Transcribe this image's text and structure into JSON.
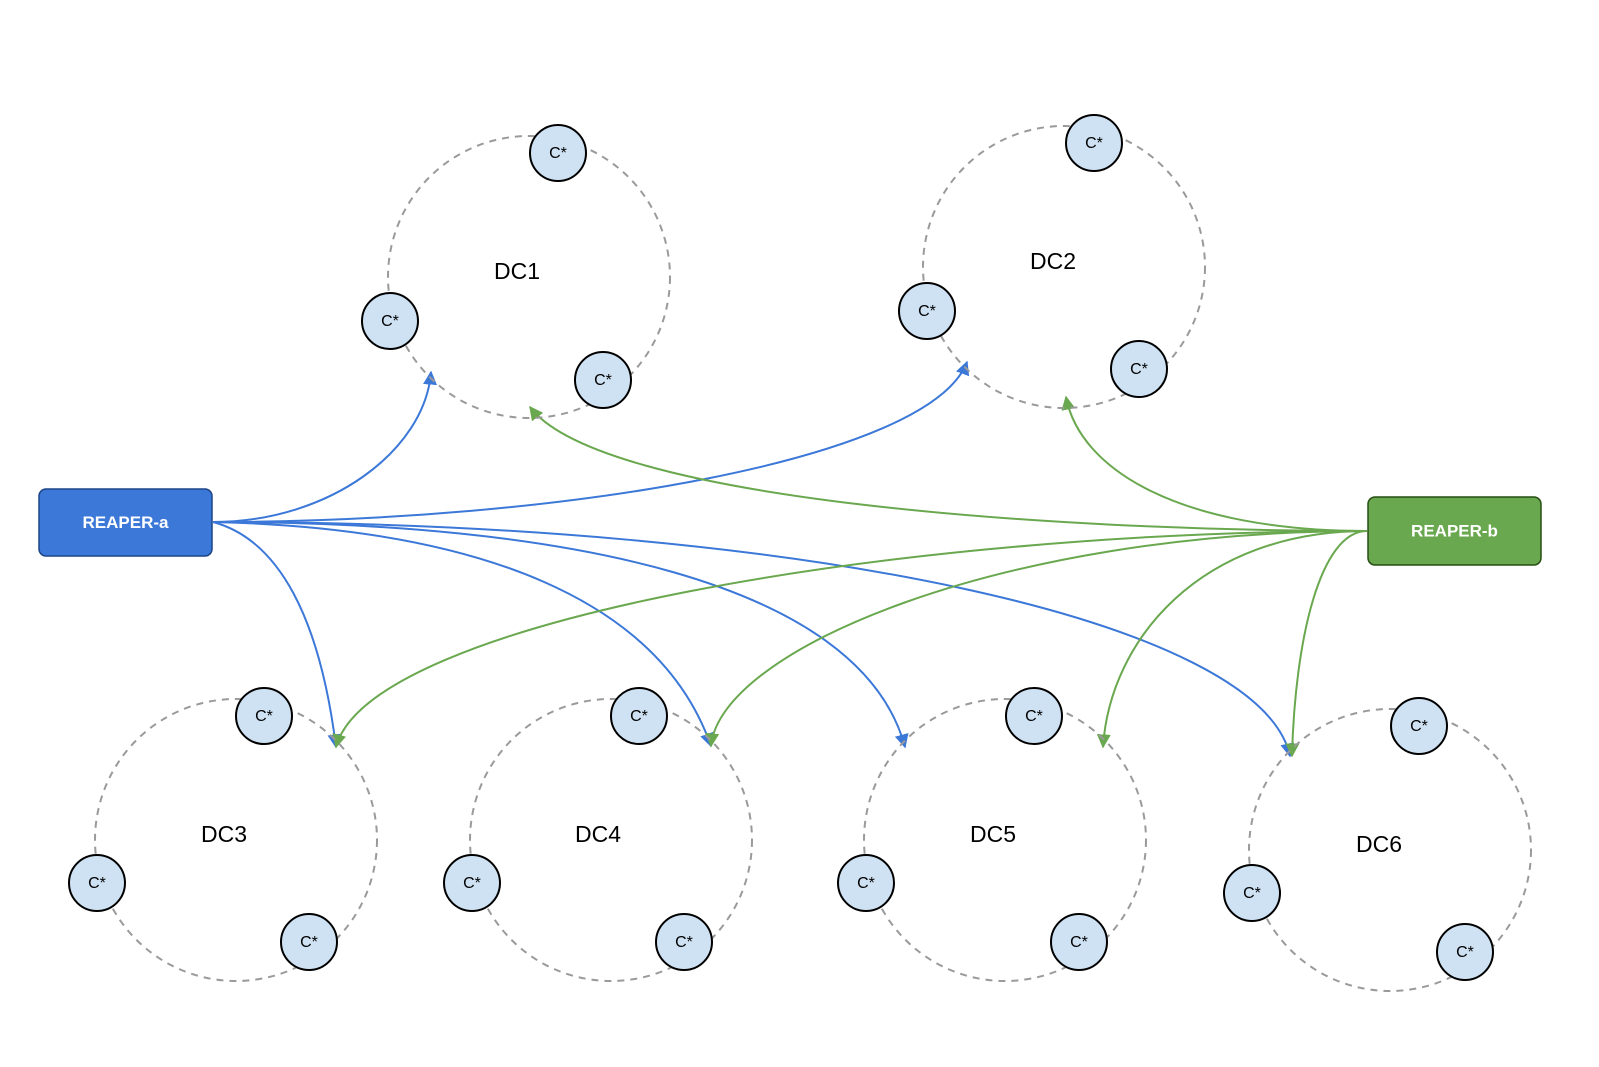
{
  "reapers": [
    {
      "id": "reaper-a",
      "label": "REAPER-a",
      "fill": "#3c78d8",
      "border": "#1c4587"
    },
    {
      "id": "reaper-b",
      "label": "REAPER-b",
      "fill": "#6aa84f",
      "border": "#274e13"
    }
  ],
  "datacenters": [
    {
      "id": "dc1",
      "label": "DC1",
      "node_label": "C*"
    },
    {
      "id": "dc2",
      "label": "DC2",
      "node_label": "C*"
    },
    {
      "id": "dc3",
      "label": "DC3",
      "node_label": "C*"
    },
    {
      "id": "dc4",
      "label": "DC4",
      "node_label": "C*"
    },
    {
      "id": "dc5",
      "label": "DC5",
      "node_label": "C*"
    },
    {
      "id": "dc6",
      "label": "DC6",
      "node_label": "C*"
    }
  ],
  "connections": [
    {
      "from": "reaper-a",
      "to": "dc1",
      "color": "#3c78d8"
    },
    {
      "from": "reaper-a",
      "to": "dc2",
      "color": "#3c78d8"
    },
    {
      "from": "reaper-a",
      "to": "dc3",
      "color": "#3c78d8"
    },
    {
      "from": "reaper-a",
      "to": "dc4",
      "color": "#3c78d8"
    },
    {
      "from": "reaper-a",
      "to": "dc5",
      "color": "#3c78d8"
    },
    {
      "from": "reaper-a",
      "to": "dc6",
      "color": "#3c78d8"
    },
    {
      "from": "reaper-b",
      "to": "dc1",
      "color": "#6aa84f"
    },
    {
      "from": "reaper-b",
      "to": "dc2",
      "color": "#6aa84f"
    },
    {
      "from": "reaper-b",
      "to": "dc3",
      "color": "#6aa84f"
    },
    {
      "from": "reaper-b",
      "to": "dc4",
      "color": "#6aa84f"
    },
    {
      "from": "reaper-b",
      "to": "dc5",
      "color": "#6aa84f"
    },
    {
      "from": "reaper-b",
      "to": "dc6",
      "color": "#6aa84f"
    }
  ],
  "colors": {
    "node_fill": "#cfe2f3",
    "ring_stroke": "#9a9a9a",
    "reaper_a_edge": "#3c78d8",
    "reaper_b_edge": "#6aa84f"
  }
}
